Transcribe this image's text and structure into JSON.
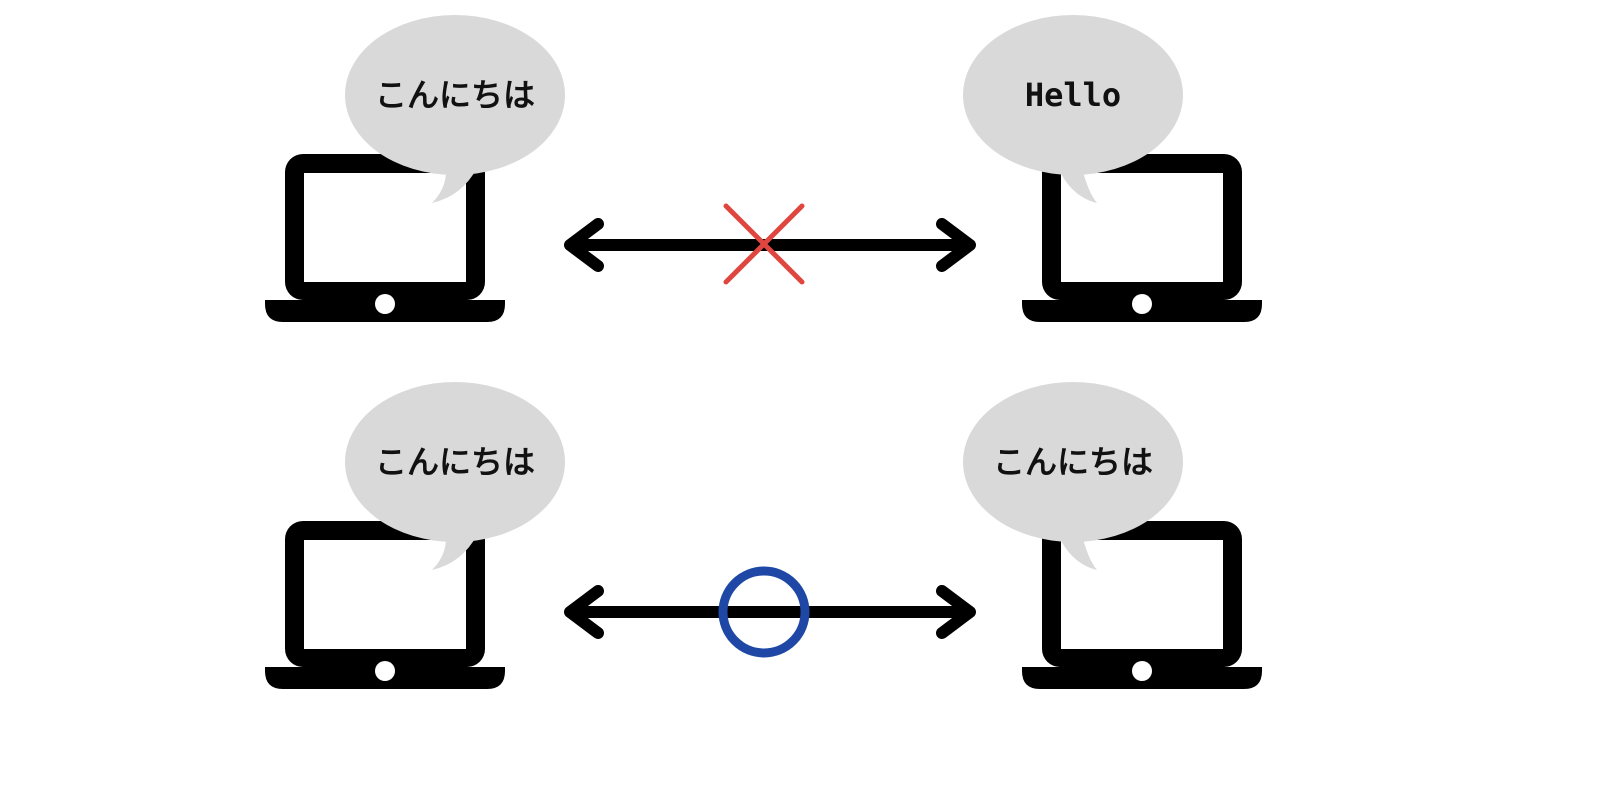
{
  "colors": {
    "background": "#ffffff",
    "laptop": "#000000",
    "bubble": "#d9d9d9",
    "arrow": "#000000",
    "cross": "#e0463f",
    "circle": "#1f48a6"
  },
  "rows": [
    {
      "left_message": "こんにちは",
      "right_message": "Hello",
      "status_icon": "cross-icon"
    },
    {
      "left_message": "こんにちは",
      "right_message": "こんにちは",
      "status_icon": "circle-icon"
    }
  ]
}
